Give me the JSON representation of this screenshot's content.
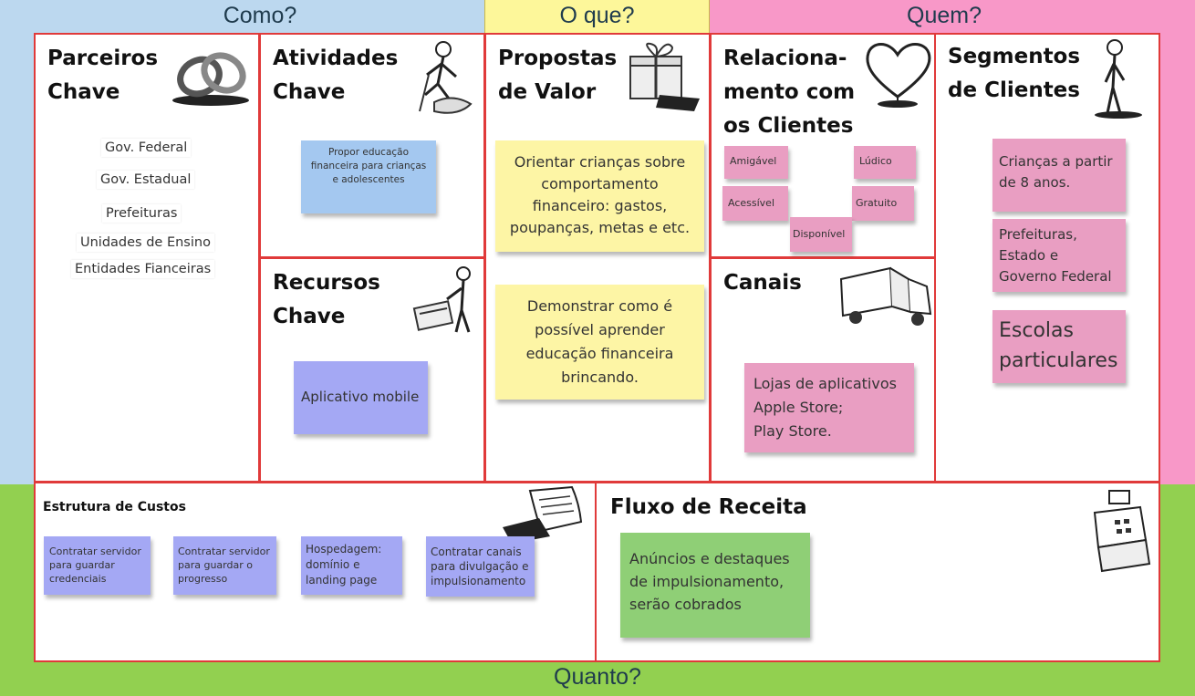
{
  "bands": {
    "como": "Como?",
    "oque": "O que?",
    "quem": "Quem?",
    "quanto": "Quanto?"
  },
  "colors": {
    "como_band": "#bcd8ef",
    "oque_band": "#fdf79a",
    "quem_band": "#f898c8",
    "quanto_band": "#92d050",
    "cell_border": "#e03a3a",
    "note_yellow": "#fdf5a5",
    "note_blue": "#a4c8f0",
    "note_purple": "#a4a8f4",
    "note_pink": "#e99ec2",
    "note_green": "#8fcf76"
  },
  "parceiros": {
    "title": "Parceiros\nChave",
    "items": [
      "Gov. Federal",
      "Gov. Estadual",
      "Prefeituras",
      "Unidades de Ensino",
      "Entidades Fianceiras"
    ]
  },
  "atividades": {
    "title": "Atividades\nChave",
    "note": "Propor educação financeira para crianças e adolescentes"
  },
  "recursos": {
    "title": "Recursos\nChave",
    "note": "Aplicativo mobile"
  },
  "propostas": {
    "title": "Propostas\nde Valor",
    "note1": "Orientar crianças sobre comportamento financeiro: gastos, poupanças, metas e etc.",
    "note2": "Demonstrar como é possível aprender educação financeira brincando."
  },
  "relacionamento": {
    "title": "Relaciona-\nmento com\nos Clientes",
    "tags": [
      "Amigável",
      "Lúdico",
      "Acessível",
      "Gratuito",
      "Disponível"
    ]
  },
  "canais": {
    "title": "Canais",
    "note": "Lojas de aplicativos\nApple Store;\nPlay Store."
  },
  "segmentos": {
    "title": "Segmentos\nde Clientes",
    "notes": [
      "Crianças a partir de 8 anos.",
      "Prefeituras, Estado e Governo Federal",
      "Escolas particulares"
    ]
  },
  "custos": {
    "title": "Estrutura de Custos",
    "notes": [
      "Contratar servidor para guardar credenciais",
      "Contratar servidor para guardar o progresso",
      "Hospedagem: domínio e landing page",
      "Contratar canais para divulgação e impulsionamento"
    ]
  },
  "receita": {
    "title": "Fluxo de Receita",
    "note": "Anúncios e destaques de impulsionamento, serão cobrados"
  },
  "icons": [
    "rings-icon",
    "worker-icon",
    "gift-icon",
    "heart-icon",
    "person-icon",
    "builder-icon",
    "truck-icon",
    "receipt-icon",
    "cash-register-icon"
  ]
}
